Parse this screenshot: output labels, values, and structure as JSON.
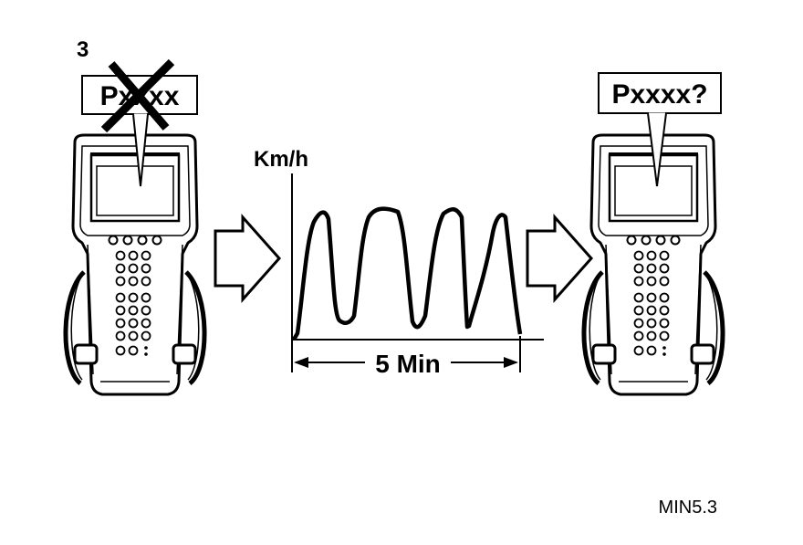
{
  "figure": {
    "step_number": "3",
    "left_callout": "Pxxxx",
    "right_callout": "Pxxxx?",
    "axis_label": "Km/h",
    "duration_label": "5 Min",
    "reference_code": "MIN5.3",
    "line_color": "#000000",
    "background_color": "#ffffff"
  },
  "icons": {
    "left_device": "scan-tool-icon",
    "right_device": "scan-tool-icon",
    "cross": "cross-out-icon",
    "arrows": "right-arrow-icon"
  }
}
